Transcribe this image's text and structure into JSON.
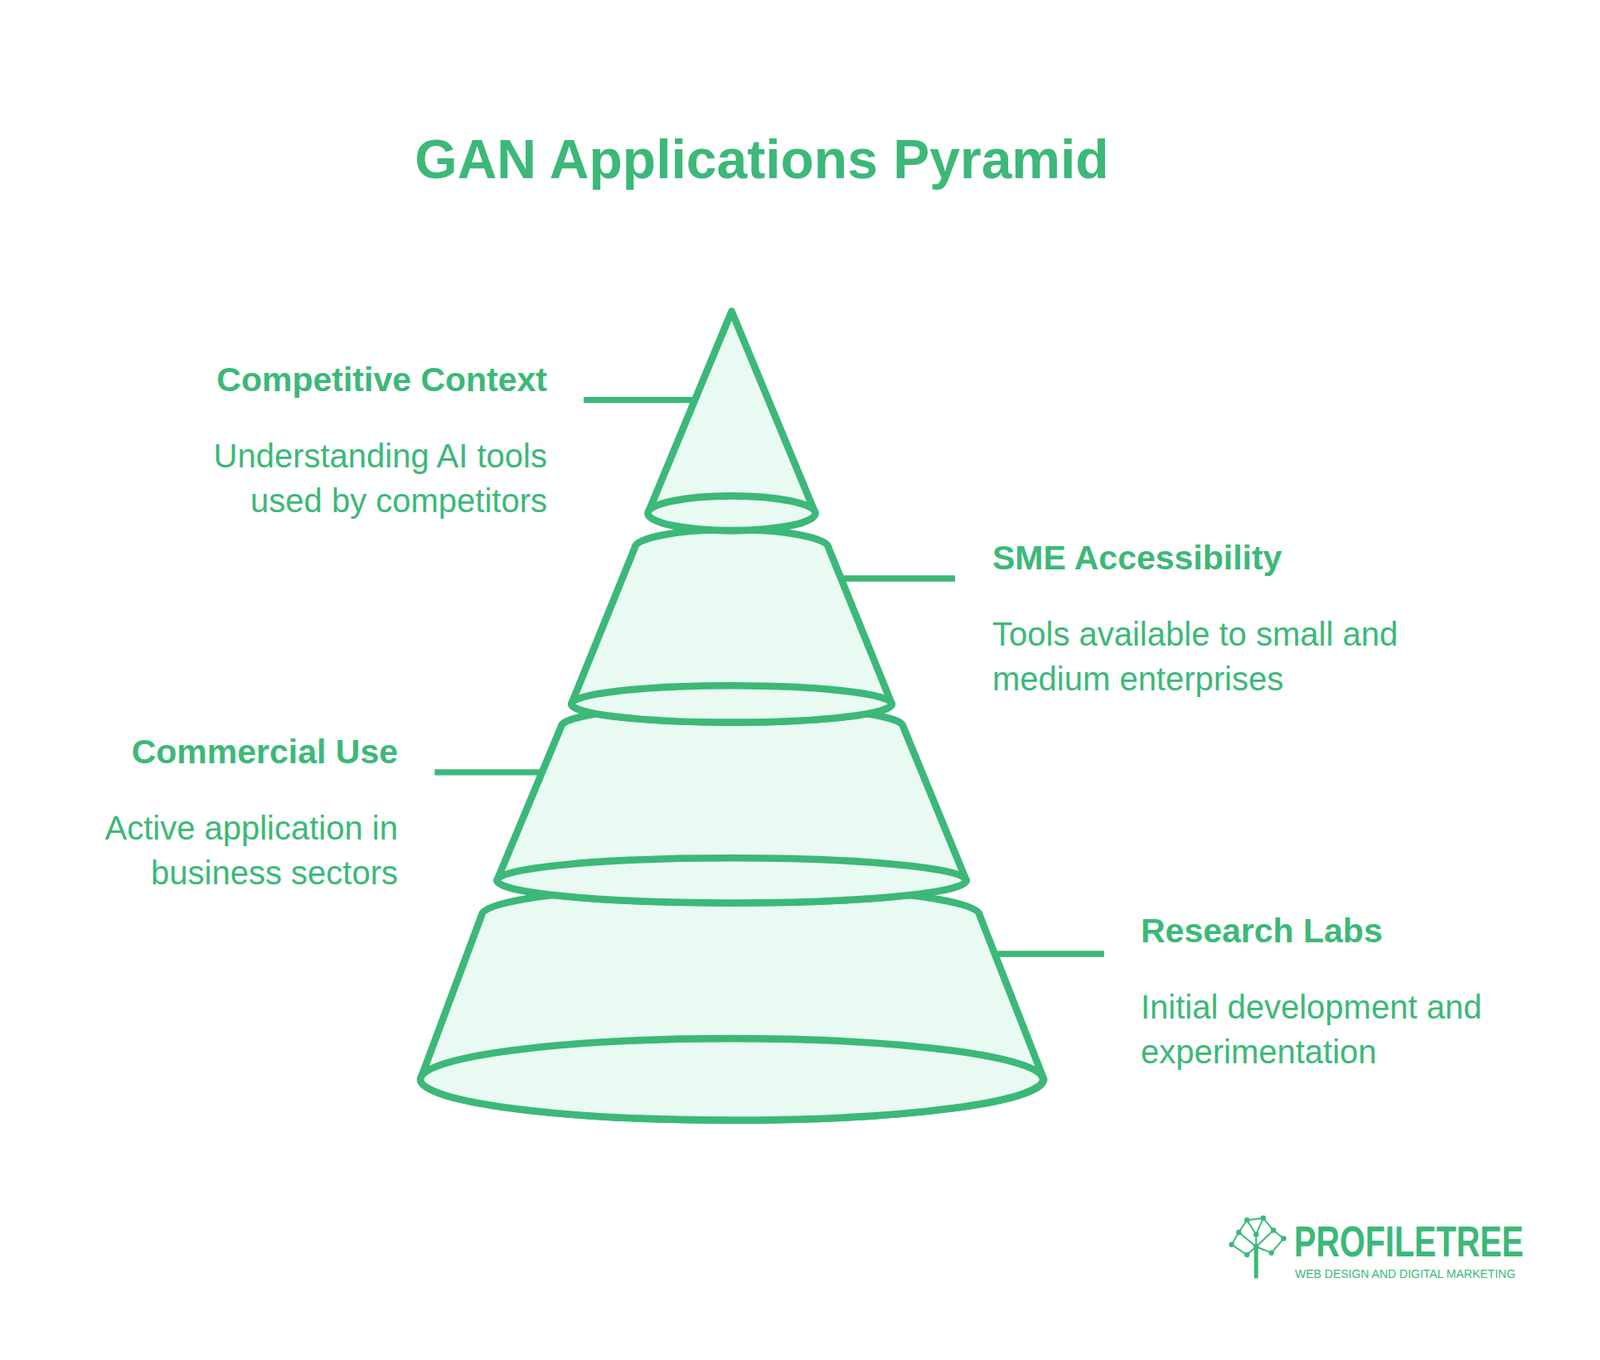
{
  "diagram": {
    "title": "GAN Applications Pyramid",
    "nodes": [
      {
        "text": [
          "Competitive Context",
          "Understanding AI tools used by competitors"
        ]
      },
      {
        "text": [
          "SME Accessibility",
          "Tools available to small and medium enterprises"
        ]
      },
      {
        "text": [
          "Commercial Use",
          "Active application in business sectors"
        ]
      },
      {
        "text": [
          "Research Labs",
          "Initial development and experimentation"
        ]
      }
    ],
    "labels": [
      "PROFILETREE",
      "WEB DESIGN AND DIGITAL MARKETING"
    ]
  }
}
